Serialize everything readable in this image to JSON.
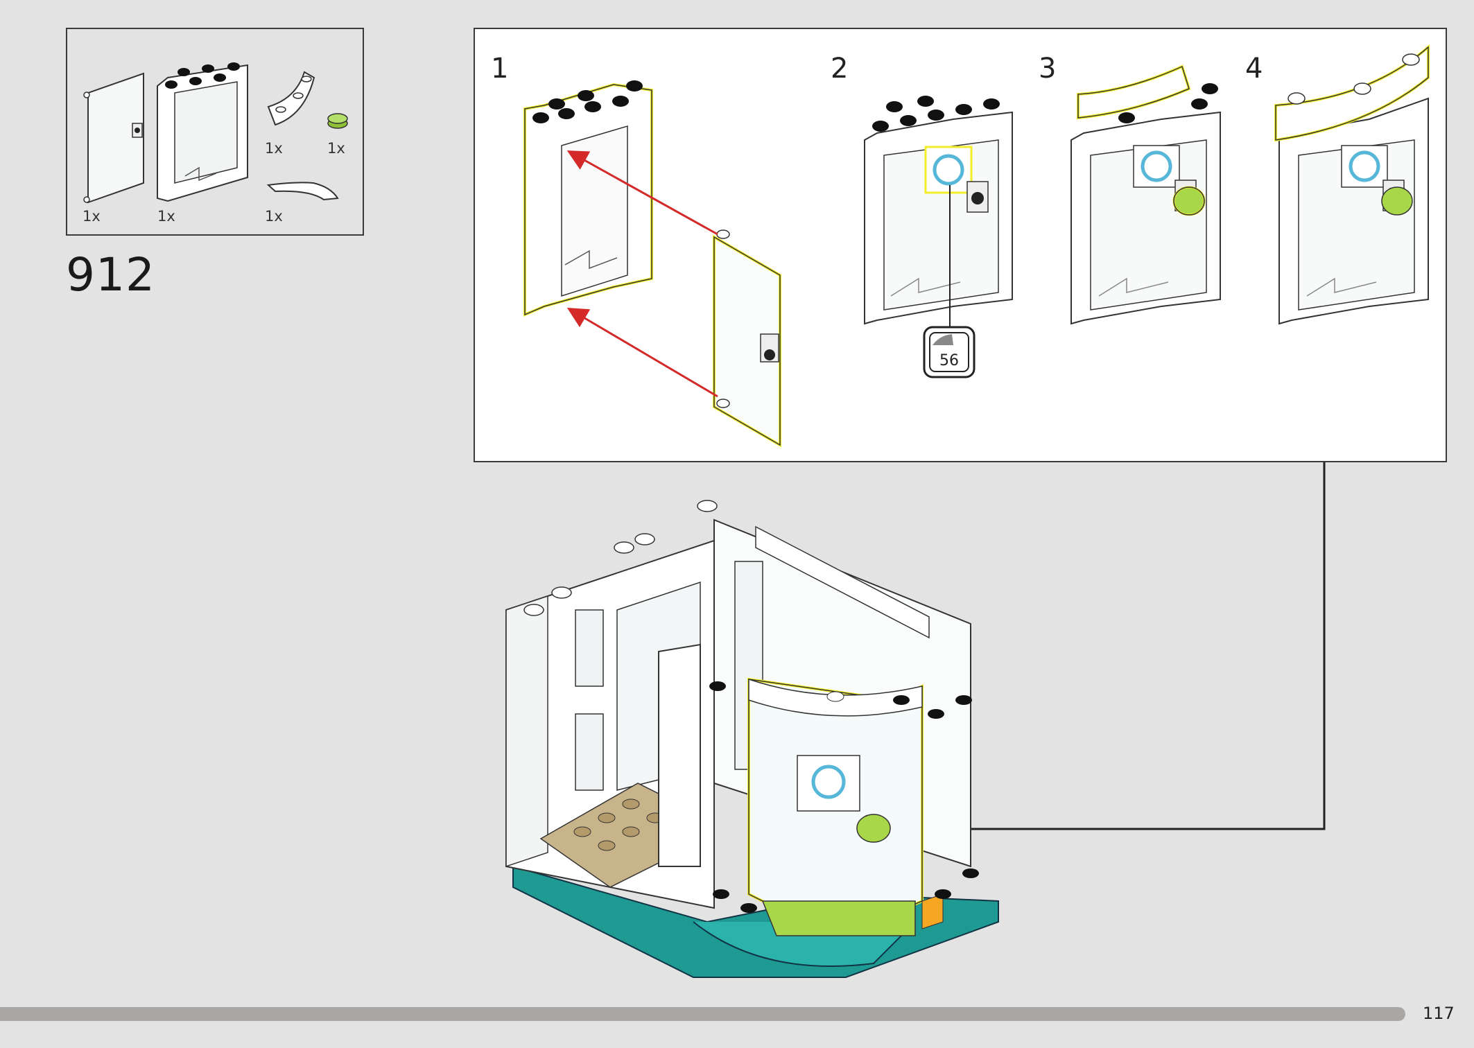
{
  "step": {
    "number": "912"
  },
  "parts_list": {
    "parts": [
      {
        "name": "transparent door panel",
        "qty": "1x"
      },
      {
        "name": "white door frame",
        "qty": "1x"
      },
      {
        "name": "white curved brick",
        "qty": "1x"
      },
      {
        "name": "lime round tile",
        "qty": "1x"
      },
      {
        "name": "white curved tile",
        "qty": "1x"
      }
    ]
  },
  "substeps": [
    {
      "label": "1"
    },
    {
      "label": "2"
    },
    {
      "label": "3"
    },
    {
      "label": "4"
    }
  ],
  "sticker": {
    "number": "56"
  },
  "colors": {
    "highlight": "#f2ee2a",
    "arrow": "#d42a2a",
    "lime": "#a8d84a",
    "teal": "#1e9a93",
    "tan": "#c8b48a",
    "sticker_blue": "#56b7d9"
  },
  "progress": {
    "value": 0.953
  },
  "page": {
    "number": "117"
  }
}
